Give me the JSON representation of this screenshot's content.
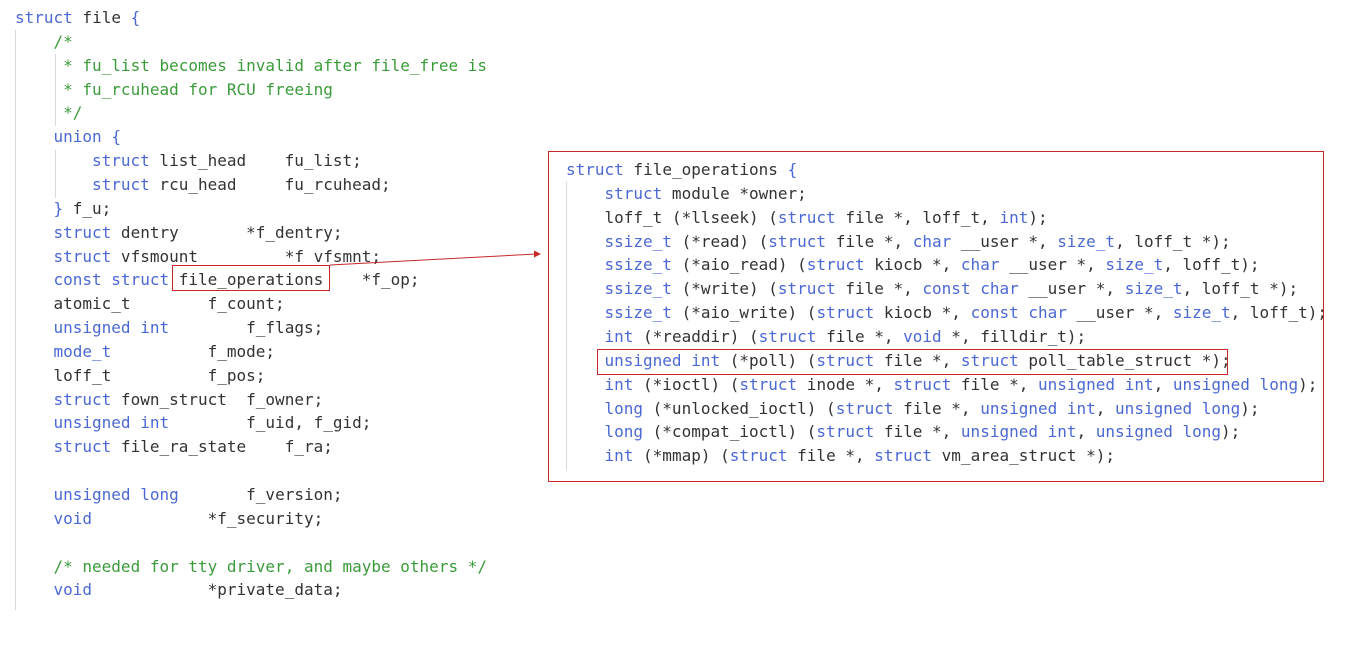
{
  "left_code": {
    "lines": [
      {
        "indent": 0,
        "parts": [
          {
            "t": "struct",
            "c": "kw"
          },
          {
            "t": " file "
          },
          {
            "t": "{",
            "c": "kw"
          }
        ]
      },
      {
        "indent": 1,
        "parts": [
          {
            "t": "/*",
            "c": "cm"
          }
        ]
      },
      {
        "indent": 1,
        "parts": [
          {
            "t": " * fu_list becomes invalid after file_free is",
            "c": "cm"
          }
        ]
      },
      {
        "indent": 1,
        "parts": [
          {
            "t": " * fu_rcuhead for RCU freeing",
            "c": "cm"
          }
        ]
      },
      {
        "indent": 1,
        "parts": [
          {
            "t": " */",
            "c": "cm"
          }
        ]
      },
      {
        "indent": 1,
        "parts": [
          {
            "t": "union",
            "c": "kw"
          },
          {
            "t": " "
          },
          {
            "t": "{",
            "c": "kw"
          }
        ]
      },
      {
        "indent": 2,
        "parts": [
          {
            "t": "struct",
            "c": "kw"
          },
          {
            "t": " list_head    fu_list;"
          }
        ]
      },
      {
        "indent": 2,
        "parts": [
          {
            "t": "struct",
            "c": "kw"
          },
          {
            "t": " rcu_head     fu_rcuhead;"
          }
        ]
      },
      {
        "indent": 1,
        "parts": [
          {
            "t": "}",
            "c": "kw"
          },
          {
            "t": " f_u;"
          }
        ]
      },
      {
        "indent": 1,
        "parts": [
          {
            "t": "struct",
            "c": "kw"
          },
          {
            "t": " dentry       *f_dentry;"
          }
        ]
      },
      {
        "indent": 1,
        "parts": [
          {
            "t": "struct",
            "c": "kw"
          },
          {
            "t": " vfsmount         *f_vfsmnt;"
          }
        ]
      },
      {
        "indent": 1,
        "parts": [
          {
            "t": "const struct",
            "c": "kw"
          },
          {
            "t": " file_operations    *f_op;"
          }
        ]
      },
      {
        "indent": 1,
        "parts": [
          {
            "t": "atomic_t        f_count;"
          }
        ]
      },
      {
        "indent": 1,
        "parts": [
          {
            "t": "unsigned int",
            "c": "kw"
          },
          {
            "t": "        f_flags;"
          }
        ]
      },
      {
        "indent": 1,
        "parts": [
          {
            "t": "mode_t",
            "c": "kw"
          },
          {
            "t": "          f_mode;"
          }
        ]
      },
      {
        "indent": 1,
        "parts": [
          {
            "t": "loff_t          f_pos;"
          }
        ]
      },
      {
        "indent": 1,
        "parts": [
          {
            "t": "struct",
            "c": "kw"
          },
          {
            "t": " fown_struct  f_owner;"
          }
        ]
      },
      {
        "indent": 1,
        "parts": [
          {
            "t": "unsigned int",
            "c": "kw"
          },
          {
            "t": "        f_uid, f_gid;"
          }
        ]
      },
      {
        "indent": 1,
        "parts": [
          {
            "t": "struct",
            "c": "kw"
          },
          {
            "t": " file_ra_state    f_ra;"
          }
        ]
      },
      {
        "indent": 1,
        "parts": []
      },
      {
        "indent": 1,
        "parts": [
          {
            "t": "unsigned long",
            "c": "kw"
          },
          {
            "t": "       f_version;"
          }
        ]
      },
      {
        "indent": 1,
        "parts": [
          {
            "t": "void",
            "c": "kw"
          },
          {
            "t": "            *f_security;"
          }
        ]
      },
      {
        "indent": 1,
        "parts": []
      },
      {
        "indent": 1,
        "parts": [
          {
            "t": "/* needed for tty driver, and maybe others */",
            "c": "cm"
          }
        ]
      },
      {
        "indent": 1,
        "parts": [
          {
            "t": "void",
            "c": "kw"
          },
          {
            "t": "            *private_data;"
          }
        ]
      }
    ]
  },
  "right_code": {
    "lines": [
      {
        "indent": 0,
        "parts": [
          {
            "t": "struct",
            "c": "kw"
          },
          {
            "t": " file_operations "
          },
          {
            "t": "{",
            "c": "kw"
          }
        ]
      },
      {
        "indent": 1,
        "parts": [
          {
            "t": "struct",
            "c": "kw"
          },
          {
            "t": " module *owner;"
          }
        ]
      },
      {
        "indent": 1,
        "parts": [
          {
            "t": "loff_t (*llseek) ("
          },
          {
            "t": "struct",
            "c": "kw"
          },
          {
            "t": " file *, loff_t, "
          },
          {
            "t": "int",
            "c": "kw"
          },
          {
            "t": ");"
          }
        ]
      },
      {
        "indent": 1,
        "parts": [
          {
            "t": "ssize_t",
            "c": "kw"
          },
          {
            "t": " (*read) ("
          },
          {
            "t": "struct",
            "c": "kw"
          },
          {
            "t": " file *, "
          },
          {
            "t": "char",
            "c": "kw"
          },
          {
            "t": " __user *, "
          },
          {
            "t": "size_t",
            "c": "kw"
          },
          {
            "t": ", loff_t *);"
          }
        ]
      },
      {
        "indent": 1,
        "parts": [
          {
            "t": "ssize_t",
            "c": "kw"
          },
          {
            "t": " (*aio_read) ("
          },
          {
            "t": "struct",
            "c": "kw"
          },
          {
            "t": " kiocb *, "
          },
          {
            "t": "char",
            "c": "kw"
          },
          {
            "t": " __user *, "
          },
          {
            "t": "size_t",
            "c": "kw"
          },
          {
            "t": ", loff_t);"
          }
        ]
      },
      {
        "indent": 1,
        "parts": [
          {
            "t": "ssize_t",
            "c": "kw"
          },
          {
            "t": " (*write) ("
          },
          {
            "t": "struct",
            "c": "kw"
          },
          {
            "t": " file *, "
          },
          {
            "t": "const char",
            "c": "kw"
          },
          {
            "t": " __user *, "
          },
          {
            "t": "size_t",
            "c": "kw"
          },
          {
            "t": ", loff_t *);"
          }
        ]
      },
      {
        "indent": 1,
        "parts": [
          {
            "t": "ssize_t",
            "c": "kw"
          },
          {
            "t": " (*aio_write) ("
          },
          {
            "t": "struct",
            "c": "kw"
          },
          {
            "t": " kiocb *, "
          },
          {
            "t": "const char",
            "c": "kw"
          },
          {
            "t": " __user *, "
          },
          {
            "t": "size_t",
            "c": "kw"
          },
          {
            "t": ", loff_t);"
          }
        ]
      },
      {
        "indent": 1,
        "parts": [
          {
            "t": "int",
            "c": "kw"
          },
          {
            "t": " (*readdir) ("
          },
          {
            "t": "struct",
            "c": "kw"
          },
          {
            "t": " file *, "
          },
          {
            "t": "void",
            "c": "kw"
          },
          {
            "t": " *, filldir_t);"
          }
        ]
      },
      {
        "indent": 1,
        "parts": [
          {
            "t": "unsigned int",
            "c": "kw"
          },
          {
            "t": " (*poll) ("
          },
          {
            "t": "struct",
            "c": "kw"
          },
          {
            "t": " file *, "
          },
          {
            "t": "struct",
            "c": "kw"
          },
          {
            "t": " poll_table_struct *);"
          }
        ]
      },
      {
        "indent": 1,
        "parts": [
          {
            "t": "int",
            "c": "kw"
          },
          {
            "t": " (*ioctl) ("
          },
          {
            "t": "struct",
            "c": "kw"
          },
          {
            "t": " inode *, "
          },
          {
            "t": "struct",
            "c": "kw"
          },
          {
            "t": " file *, "
          },
          {
            "t": "unsigned int",
            "c": "kw"
          },
          {
            "t": ", "
          },
          {
            "t": "unsigned long",
            "c": "kw"
          },
          {
            "t": ");"
          }
        ]
      },
      {
        "indent": 1,
        "parts": [
          {
            "t": "long",
            "c": "kw"
          },
          {
            "t": " (*unlocked_ioctl) ("
          },
          {
            "t": "struct",
            "c": "kw"
          },
          {
            "t": " file *, "
          },
          {
            "t": "unsigned int",
            "c": "kw"
          },
          {
            "t": ", "
          },
          {
            "t": "unsigned long",
            "c": "kw"
          },
          {
            "t": ");"
          }
        ]
      },
      {
        "indent": 1,
        "parts": [
          {
            "t": "long",
            "c": "kw"
          },
          {
            "t": " (*compat_ioctl) ("
          },
          {
            "t": "struct",
            "c": "kw"
          },
          {
            "t": " file *, "
          },
          {
            "t": "unsigned int",
            "c": "kw"
          },
          {
            "t": ", "
          },
          {
            "t": "unsigned long",
            "c": "kw"
          },
          {
            "t": ");"
          }
        ]
      },
      {
        "indent": 1,
        "parts": [
          {
            "t": "int",
            "c": "kw"
          },
          {
            "t": " (*mmap) ("
          },
          {
            "t": "struct",
            "c": "kw"
          },
          {
            "t": " file *, "
          },
          {
            "t": "struct",
            "c": "kw"
          },
          {
            "t": " vm_area_struct *);"
          }
        ]
      }
    ]
  },
  "colors": {
    "keyword": "#4b68d4",
    "comment": "#3b9b3b",
    "text": "#333333",
    "highlight": "#c62828"
  }
}
